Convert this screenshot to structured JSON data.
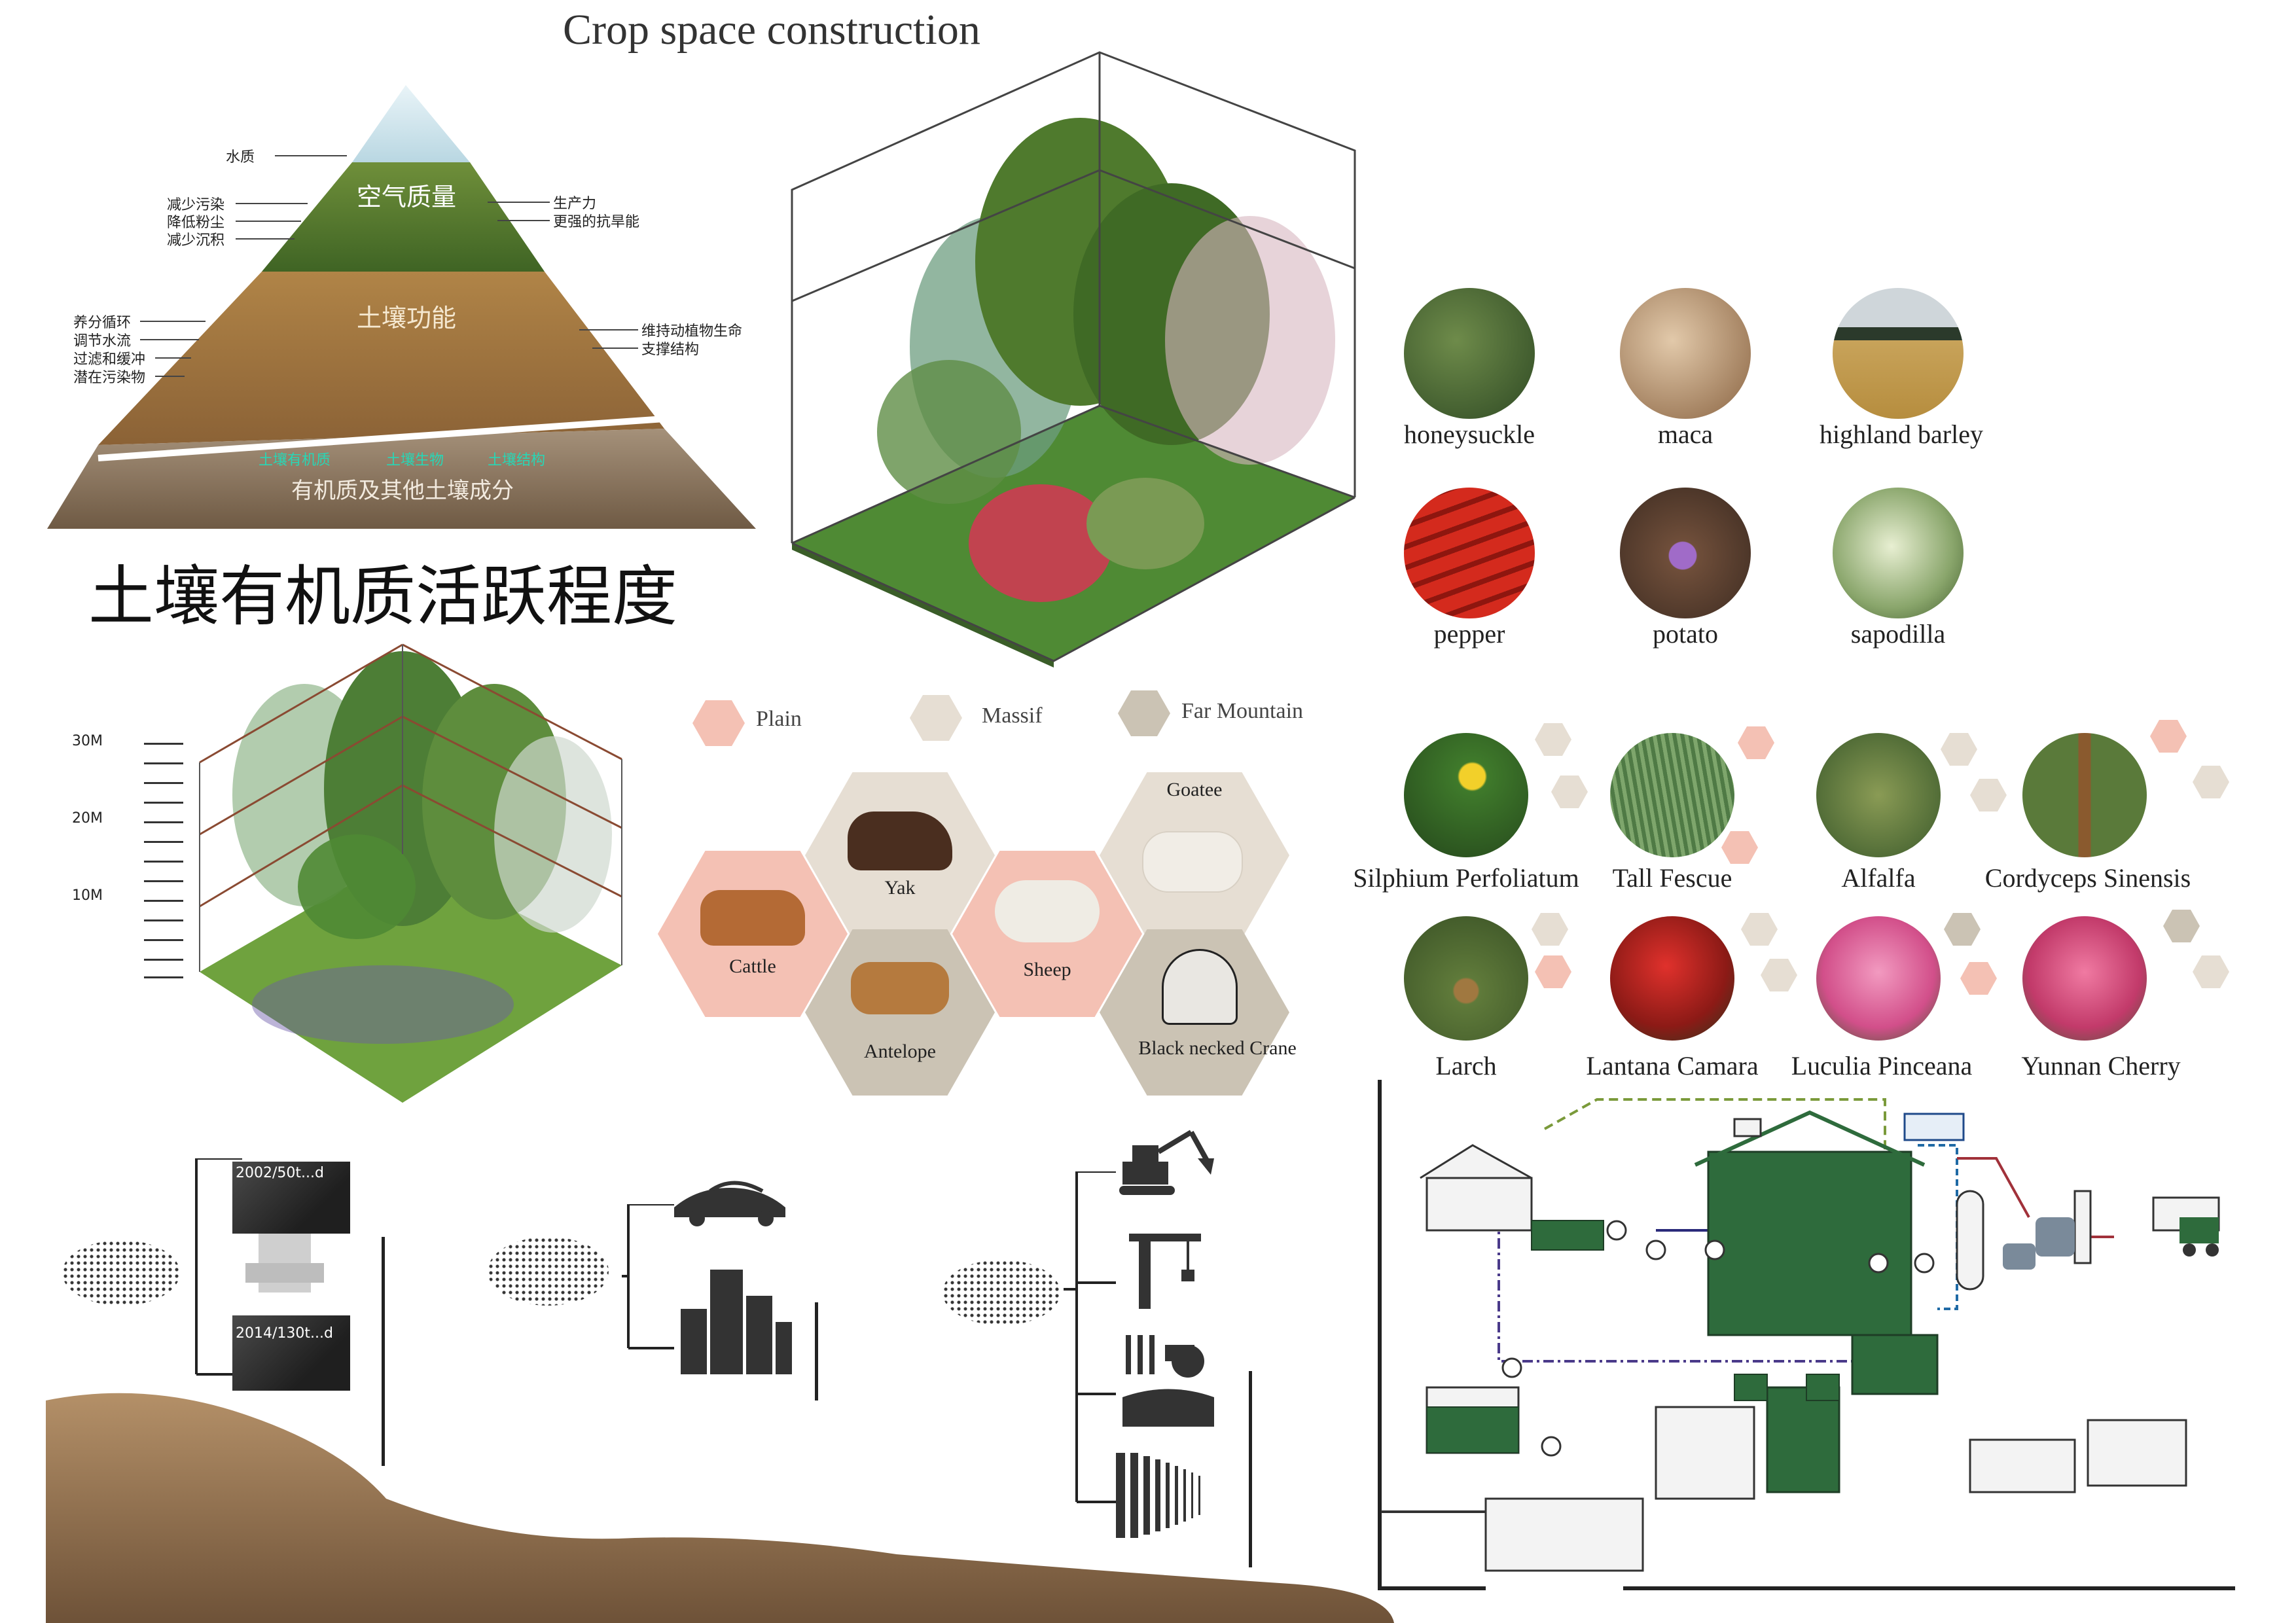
{
  "title": "Crop space construction",
  "pyramid": {
    "top_label": "空气质量",
    "middle_label": "土壤功能",
    "bottom_labels": [
      "土壤有机质",
      "土壤生物",
      "土壤结构"
    ],
    "base_label": "有机质及其他土壤成分",
    "left_labels": [
      "水质",
      "减少污染",
      "降低粉尘",
      "减少沉积",
      "养分循环",
      "调节水流",
      "过滤和缓冲",
      "潜在污染物"
    ],
    "right_labels": [
      "生产力",
      "更强的抗旱能",
      "维持动植物生命",
      "支撑结构"
    ],
    "caption": "土壤有机质活跃程度"
  },
  "crops": [
    "honeysuckle",
    "maca",
    "highland barley",
    "pepper",
    "potato",
    "sapodilla"
  ],
  "height_scale": [
    "30M",
    "20M",
    "10M"
  ],
  "legend": [
    "Plain",
    "Massif",
    "Far Mountain"
  ],
  "animals": [
    "Yak",
    "Goatee",
    "Cattle",
    "Sheep",
    "Antelope",
    "Black necked Crane"
  ],
  "plants": [
    "Silphium Perfoliatum",
    "Tall Fescue",
    "Alfalfa",
    "Cordyceps Sinensis",
    "Larch",
    "Lantana Camara",
    "Luculia Pinceana",
    "Yunnan Cherry"
  ],
  "sample_labels": [
    "2002/50t...d",
    "2014/130t...d"
  ],
  "colors": {
    "plain": "#f4c1b4",
    "massif": "#e6ded3",
    "far_mountain": "#cbc3b4",
    "tank": "#2e6b3c"
  }
}
